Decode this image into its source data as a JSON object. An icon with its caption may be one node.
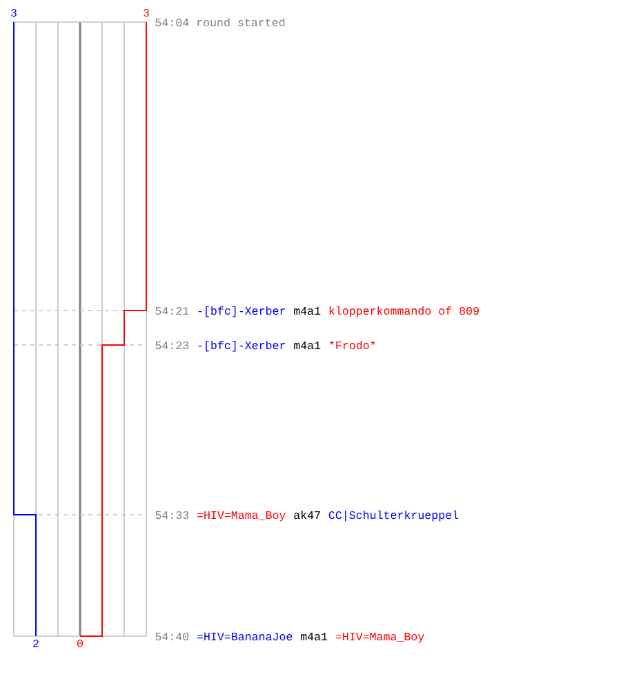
{
  "diagram": {
    "labels": [
      "3",
      "3",
      "54:04 round started",
      "54:21",
      "-[bfc]-Xerber",
      "m4a1",
      "klopperkommando of 809",
      "54:23",
      "-[bfc]-Xerber",
      "m4a1",
      "*Frodo*",
      "54:33",
      "=HIV=Mama_Boy",
      "ak47",
      "CC|Schulterkrueppel",
      "54:40",
      "=HIV=BananaJoe",
      "m4a1",
      "=HIV=Mama_Boy",
      "2",
      "0"
    ]
  }
}
